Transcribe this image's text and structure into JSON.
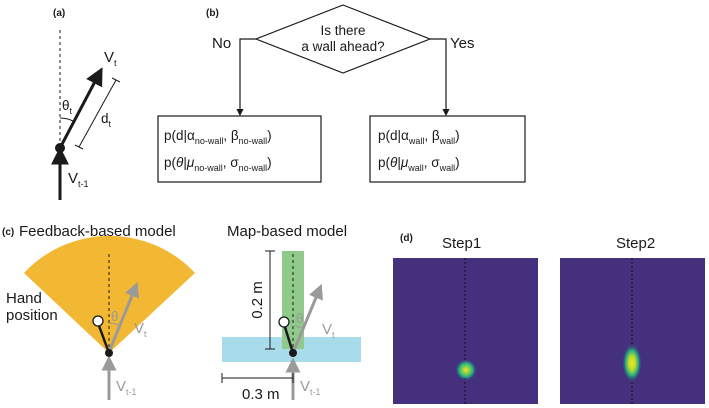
{
  "panels": {
    "a": {
      "label": "(a)",
      "v_t": "V",
      "v_t_sub": "t",
      "theta": "θ",
      "theta_sub": "t",
      "d": "d",
      "d_sub": "t",
      "v_prev": "V",
      "v_prev_sub": "t-1"
    },
    "b": {
      "label": "(b)",
      "decision_line1": "Is there",
      "decision_line2": "a wall ahead?",
      "no": "No",
      "yes": "Yes",
      "left_box": {
        "line1_pre": "p(d|α",
        "line1_sub1": "no-wall",
        "line1_mid": ", β",
        "line1_sub2": "no-wall",
        "line1_post": ")",
        "line2_pre": "p(",
        "line2_theta": "θ",
        "line2_mid1": "|",
        "line2_mu": "μ",
        "line2_sub1": "no-wall",
        "line2_mid2": ", σ",
        "line2_sub2": "no-wall",
        "line2_post": ")"
      },
      "right_box": {
        "line1_pre": "p(d|α",
        "line1_sub1": "wall",
        "line1_mid": ", β",
        "line1_sub2": "wall",
        "line1_post": ")",
        "line2_pre": "p(",
        "line2_theta": "θ",
        "line2_mid1": "|",
        "line2_mu": "μ",
        "line2_sub1": "wall",
        "line2_mid2": ", σ",
        "line2_sub2": "wall",
        "line2_post": ")"
      }
    },
    "c": {
      "label": "(c)",
      "feedback_title": "Feedback-based model",
      "hand_line1": "Hand",
      "hand_line2": "position",
      "theta": "θ",
      "v_t": "V",
      "v_t_sub": "t",
      "v_prev": "V",
      "v_prev_sub": "t-1",
      "map_title": "Map-based model",
      "dim_vertical": "0.2 m",
      "dim_horizontal": "0.3 m"
    },
    "d": {
      "label": "(d)",
      "step1": "Step1",
      "step2": "Step2"
    }
  },
  "colors": {
    "fan": "#f2b833",
    "wall_band": "#a8dcea",
    "map_path": "#8fca8a",
    "heatmap_bg": "#44307d",
    "grey_arrow": "#9a9a9a"
  }
}
